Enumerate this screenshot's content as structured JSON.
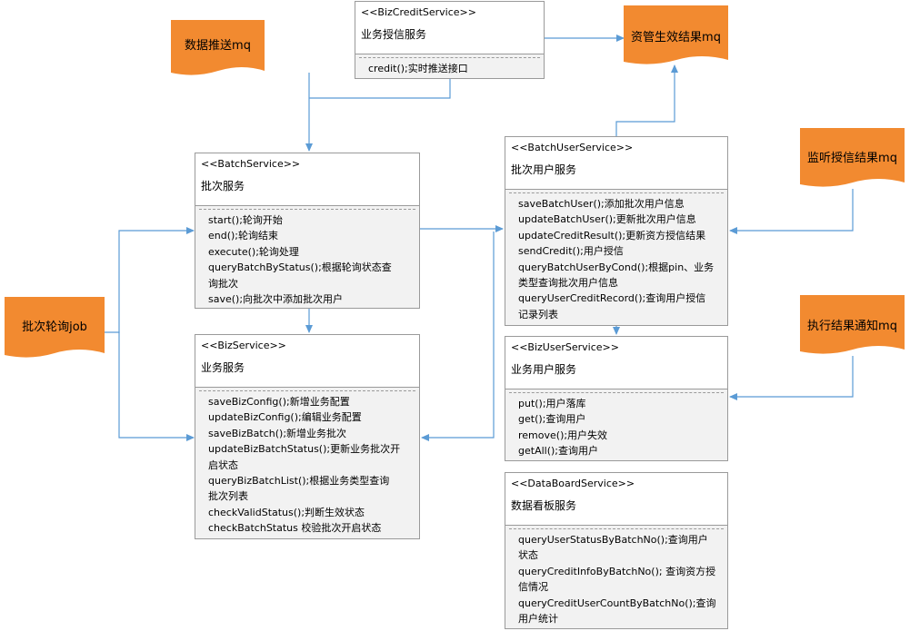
{
  "colors": {
    "mq_fill": "#f28a30",
    "connector": "#5b9bd5",
    "box_border": "#9a9a9a",
    "ops_fill": "#f2f2f2"
  },
  "queues": {
    "data_push": "数据推送mq",
    "asset_result": "资管生效结果mq",
    "listen_credit": "监听授信结果mq",
    "exec_notify": "执行结果通知mq",
    "batch_job": "批次轮询job"
  },
  "biz_credit_service": {
    "stereotype": "<<BizCreditService>>",
    "name": "业务授信服务",
    "ops": [
      "credit();实时推送接口"
    ]
  },
  "batch_service": {
    "stereotype": "<<BatchService>>",
    "name": "批次服务",
    "ops": [
      "start();轮询开始",
      "end();轮询结束",
      "execute();轮询处理",
      "queryBatchByStatus();根据轮询状态查",
      "询批次",
      "save();向批次中添加批次用户"
    ]
  },
  "biz_service": {
    "stereotype": "<<BizService>>",
    "name": "业务服务",
    "ops": [
      "saveBizConfig();新增业务配置",
      "updateBizConfig();编辑业务配置",
      "saveBizBatch();新增业务批次",
      "updateBizBatchStatus();更新业务批次开",
      "启状态",
      "queryBizBatchList();根据业务类型查询",
      "批次列表",
      "checkValidStatus();判断生效状态",
      "checkBatchStatus 校验批次开启状态"
    ]
  },
  "batch_user_service": {
    "stereotype": "<<BatchUserService>>",
    "name": "批次用户服务",
    "ops": [
      "saveBatchUser();添加批次用户信息",
      "updateBatchUser();更新批次用户信息",
      "updateCreditResult();更新资方授信结果",
      "sendCredit();用户授信",
      "queryBatchUserByCond();根据pin、业务",
      "类型查询批次用户信息",
      "queryUserCreditRecord();查询用户授信",
      "记录列表"
    ]
  },
  "biz_user_service": {
    "stereotype": "<<BizUserService>>",
    "name": "业务用户服务",
    "ops": [
      "put();用户落库",
      "get();查询用户",
      "remove();用户失效",
      "getAll();查询用户"
    ]
  },
  "data_board_service": {
    "stereotype": "<<DataBoardService>>",
    "name": "数据看板服务",
    "ops": [
      "queryUserStatusByBatchNo();查询用户",
      "状态",
      "queryCreditInfoByBatchNo(); 查询资方授",
      "信情况",
      "queryCreditUserCountByBatchNo();查询",
      "用户统计"
    ]
  }
}
